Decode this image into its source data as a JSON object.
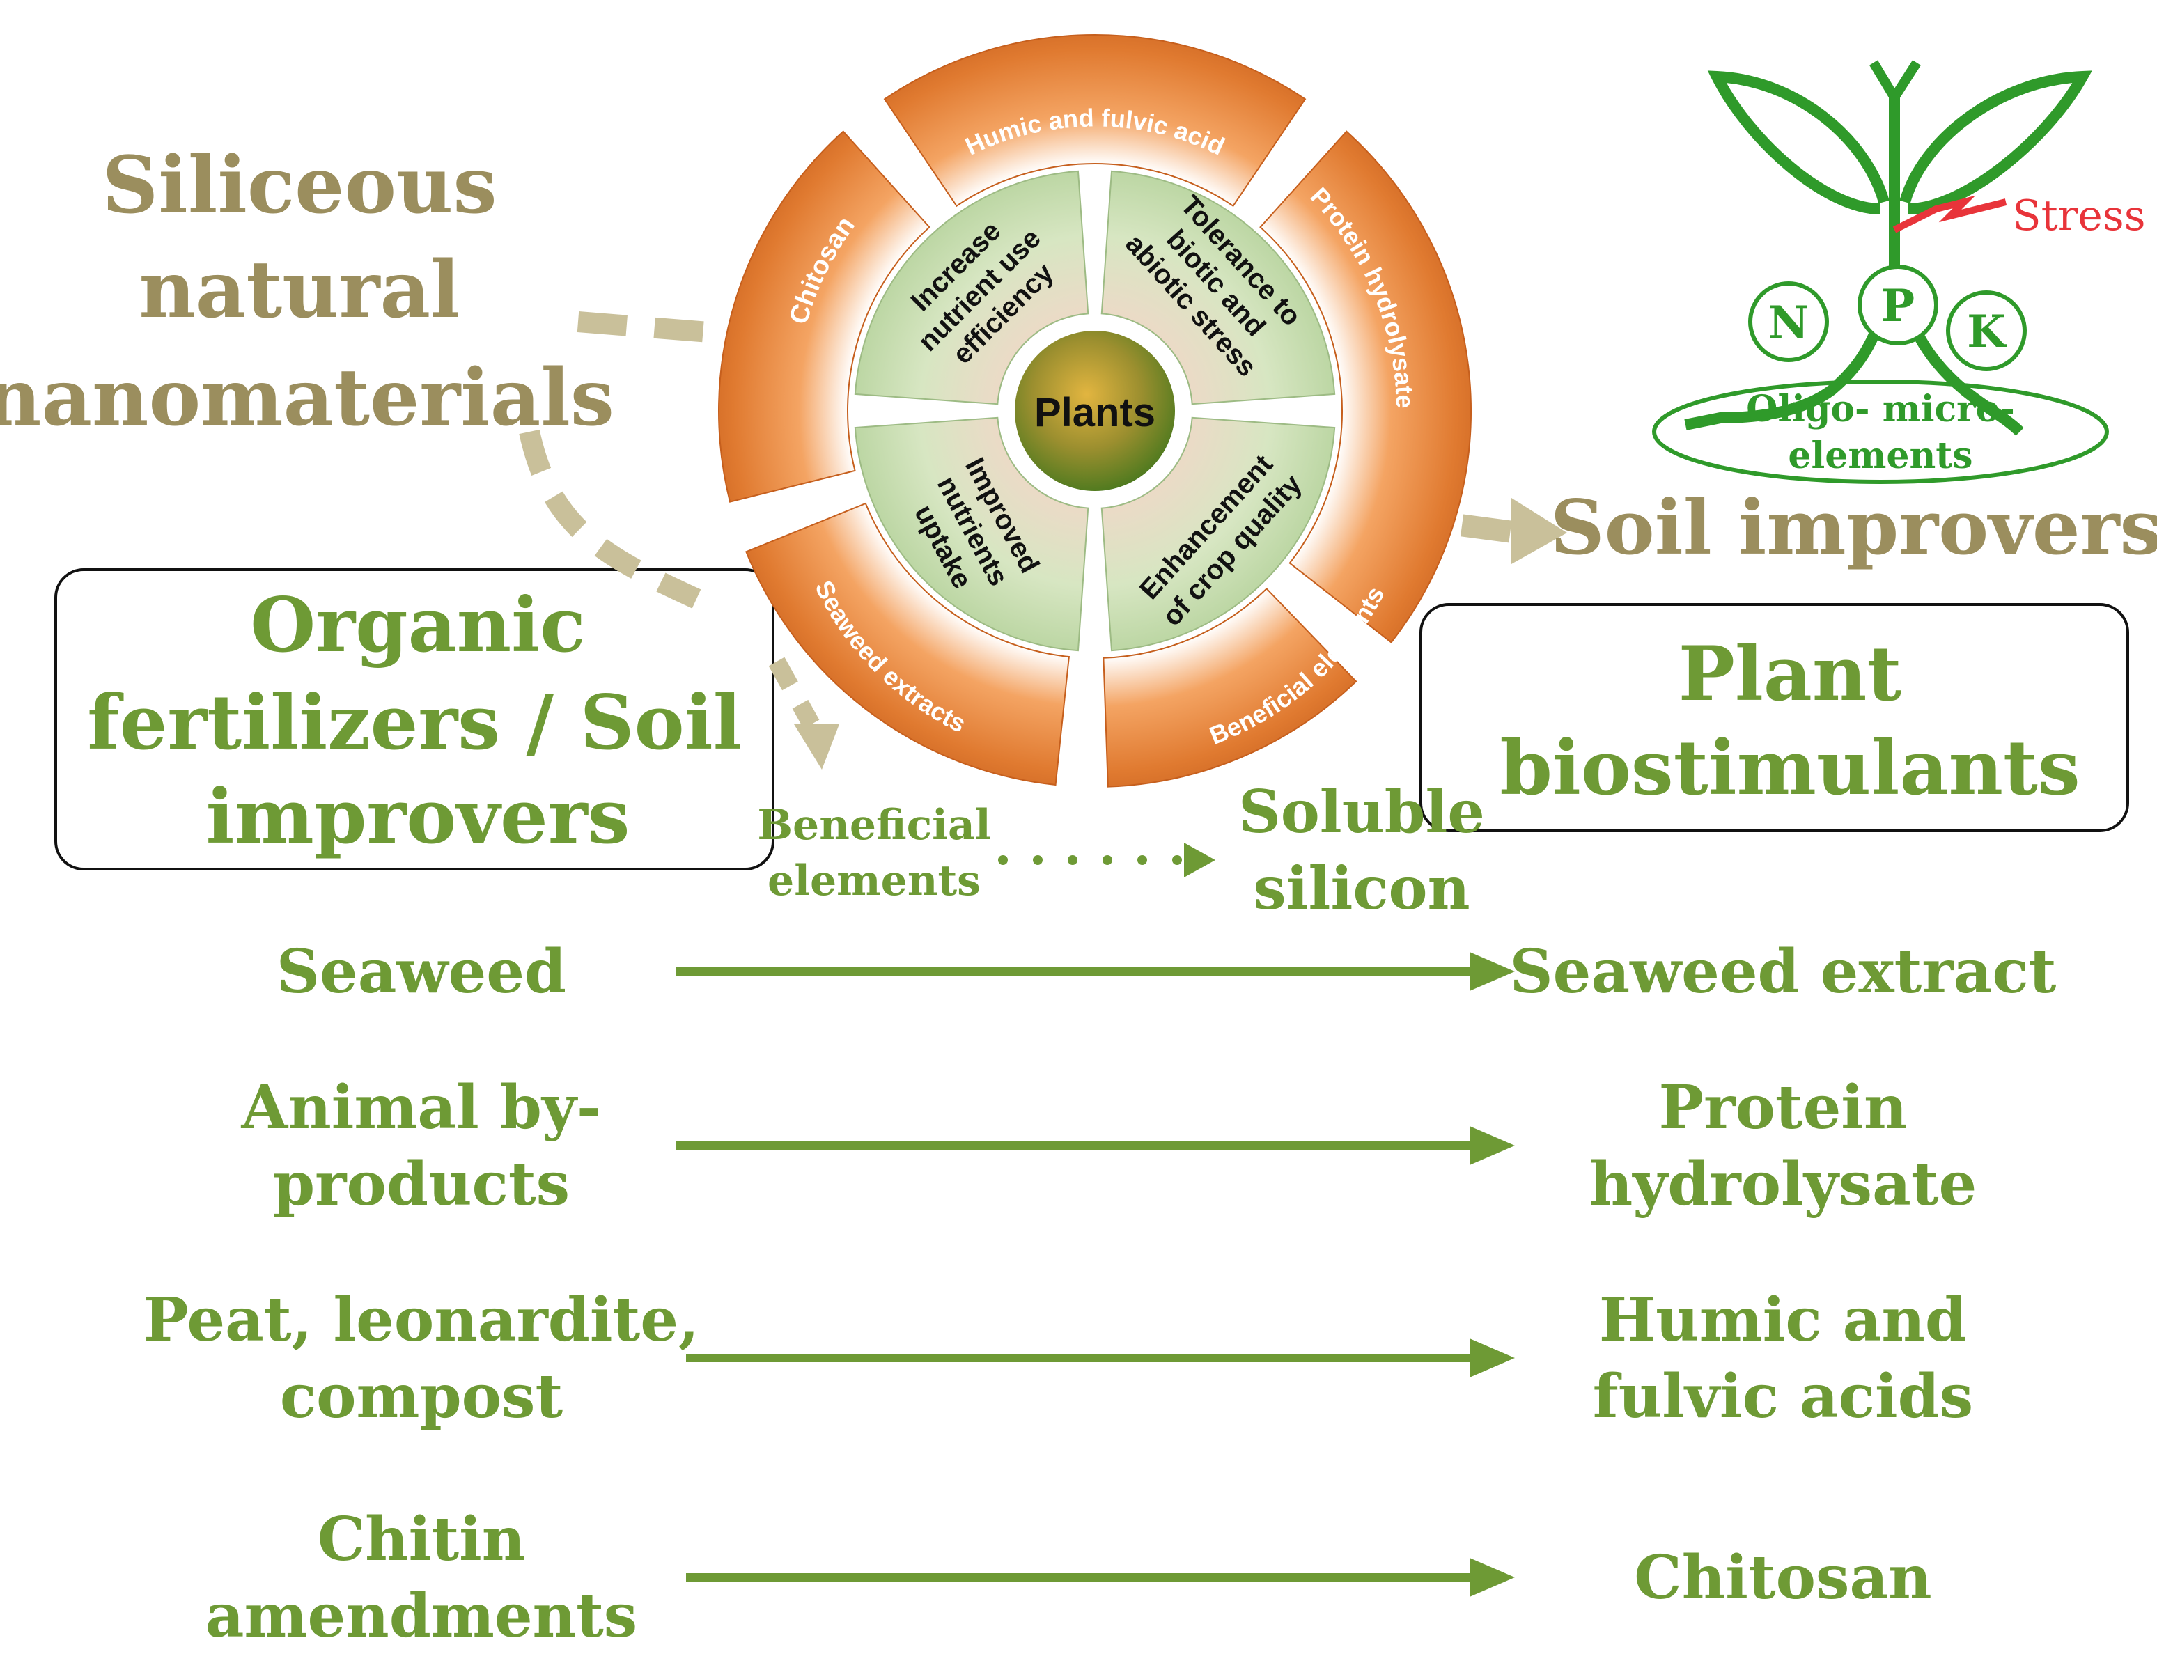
{
  "siliceous_title": [
    "Siliceous",
    "natural",
    "nanomaterials"
  ],
  "organic_box_title": [
    "Organic",
    "fertilizers / Soil",
    "improvers"
  ],
  "plant_box_title": [
    "Plant",
    "biostimulants"
  ],
  "soil_improvers_label": "Soil improvers",
  "beneficial_label": [
    "Beneficial",
    "elements"
  ],
  "soluble_label": [
    "Soluble",
    "silicon"
  ],
  "wheel": {
    "center": "Plants",
    "inner": {
      "top_left": [
        "Increase",
        "nutrient use",
        "efficiency"
      ],
      "top_right": [
        "Tolerance to",
        "biotic and",
        "abiotic stress"
      ],
      "bottom_left": [
        "Improved",
        "nutrients",
        "uptake"
      ],
      "bottom_right": [
        "Enhancement",
        "of crop quality"
      ]
    },
    "outer": {
      "top": "Humic and fulvic acid",
      "left": "Chitosan",
      "right": "Protein hydrolysate",
      "bottom_left": "Seaweed extracts",
      "bottom_right": "Beneficial elements"
    }
  },
  "plant_icon": {
    "stress": "Stress",
    "nutrients": [
      "N",
      "P",
      "K"
    ],
    "oligo": [
      "Oligo- micro-",
      "elements"
    ]
  },
  "rows": [
    {
      "source": [
        "Seaweed"
      ],
      "product": [
        "Seaweed extract"
      ]
    },
    {
      "source": [
        "Animal by-",
        "products"
      ],
      "product": [
        "Protein",
        "hydrolysate"
      ]
    },
    {
      "source": [
        "Peat, leonardite,",
        "compost"
      ],
      "product": [
        "Humic and",
        "fulvic acids"
      ]
    },
    {
      "source": [
        "Chitin",
        "amendments"
      ],
      "product": [
        "Chitosan"
      ]
    }
  ],
  "colors": {
    "green_text": "#6e9a35",
    "olive_text": "#9b8e5e",
    "arrow_green": "#6e9a35",
    "dash_tan": "#c9c09a",
    "orange": "#e07a30",
    "inner_green": "#c5ddb1",
    "plant_green": "#2f9a2a",
    "stress_red": "#e8343a"
  }
}
